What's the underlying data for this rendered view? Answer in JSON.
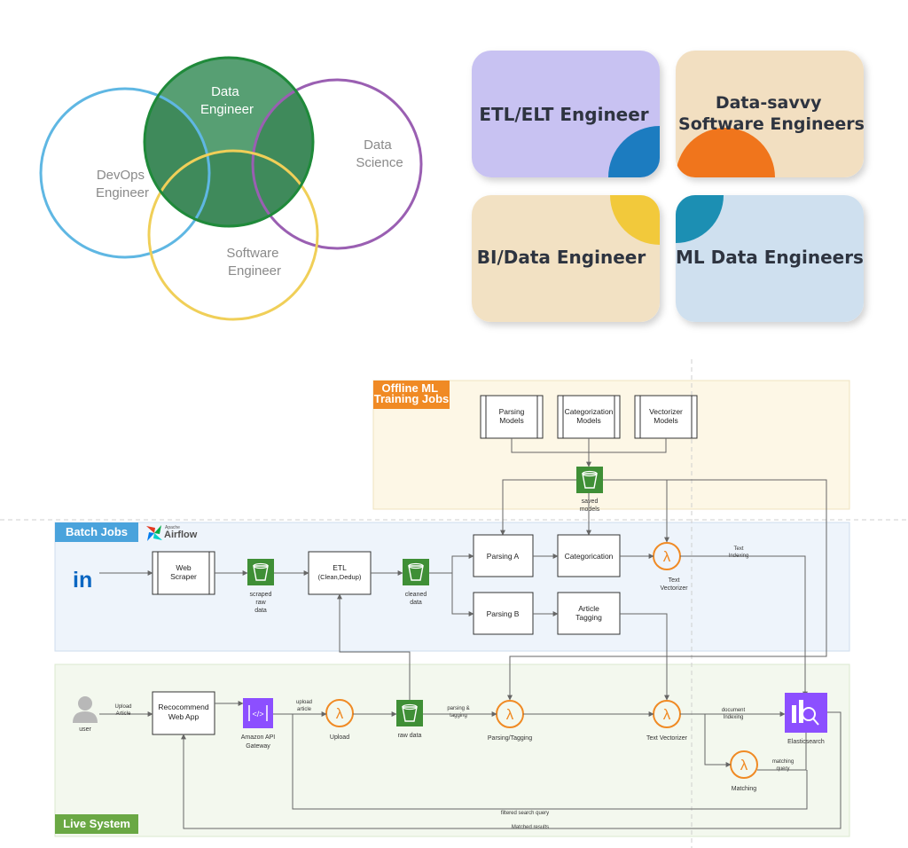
{
  "venn": {
    "data_engineer": [
      "Data",
      "Engineer"
    ],
    "data_science": [
      "Data",
      "Science"
    ],
    "devops": [
      "DevOps",
      "Engineer"
    ],
    "software": [
      "Software",
      "Engineer"
    ]
  },
  "tiles": {
    "etl": "ETL/ELT Engineer",
    "swe": [
      "Data-savvy",
      "Software Engineers"
    ],
    "bi": "BI/Data Engineer",
    "ml": "ML Data Engineers"
  },
  "sections": {
    "offline": [
      "Offline ML",
      "Training Jobs"
    ],
    "batch": "Batch Jobs",
    "airflow_small": "Apache",
    "airflow": "Airflow",
    "live": "Live System"
  },
  "offline": {
    "parsing_models": [
      "Parsing",
      "Models"
    ],
    "categorization_models": [
      "Categorization",
      "Models"
    ],
    "vectorizer_models": [
      "Vectorizer",
      "Models"
    ],
    "saved_models": [
      "saved",
      "models"
    ]
  },
  "batch": {
    "linkedin": "in",
    "web_scraper": [
      "Web",
      "Scraper"
    ],
    "scraped": [
      "scraped",
      "raw",
      "data"
    ],
    "etl": [
      "ETL",
      "(Clean,Dedup)"
    ],
    "cleaned": [
      "cleaned",
      "data"
    ],
    "parsing_a": "Parsing A",
    "parsing_b": "Parsing B",
    "categorication": "Categorication",
    "article_tagging": [
      "Article",
      "Tagging"
    ],
    "text_vectorizer": [
      "Text",
      "Vectorizer"
    ],
    "text_indexing": [
      "Text",
      "Indexing"
    ]
  },
  "live": {
    "user": "user",
    "upload_article": [
      "Upload",
      "Article"
    ],
    "web_app": [
      "Recocommend",
      "Web App"
    ],
    "api_gateway": [
      "Amazon API",
      "Gateway"
    ],
    "upload_article2": [
      "upload",
      "article"
    ],
    "upload": "Upload",
    "raw_data": "raw data",
    "parsing_tagging_edge": [
      "parsing &",
      "tagging"
    ],
    "parsing_tagging": "Parsing/Tagging",
    "text_vectorizer": "Text Vectorizer",
    "document_indexing": [
      "document",
      "Indexing"
    ],
    "elasticsearch": "Elasticsearch",
    "matching": "Matching",
    "matching_query": [
      "matching",
      "query"
    ],
    "filtered_query": "filtered search query",
    "matched_results": "Matched results"
  }
}
